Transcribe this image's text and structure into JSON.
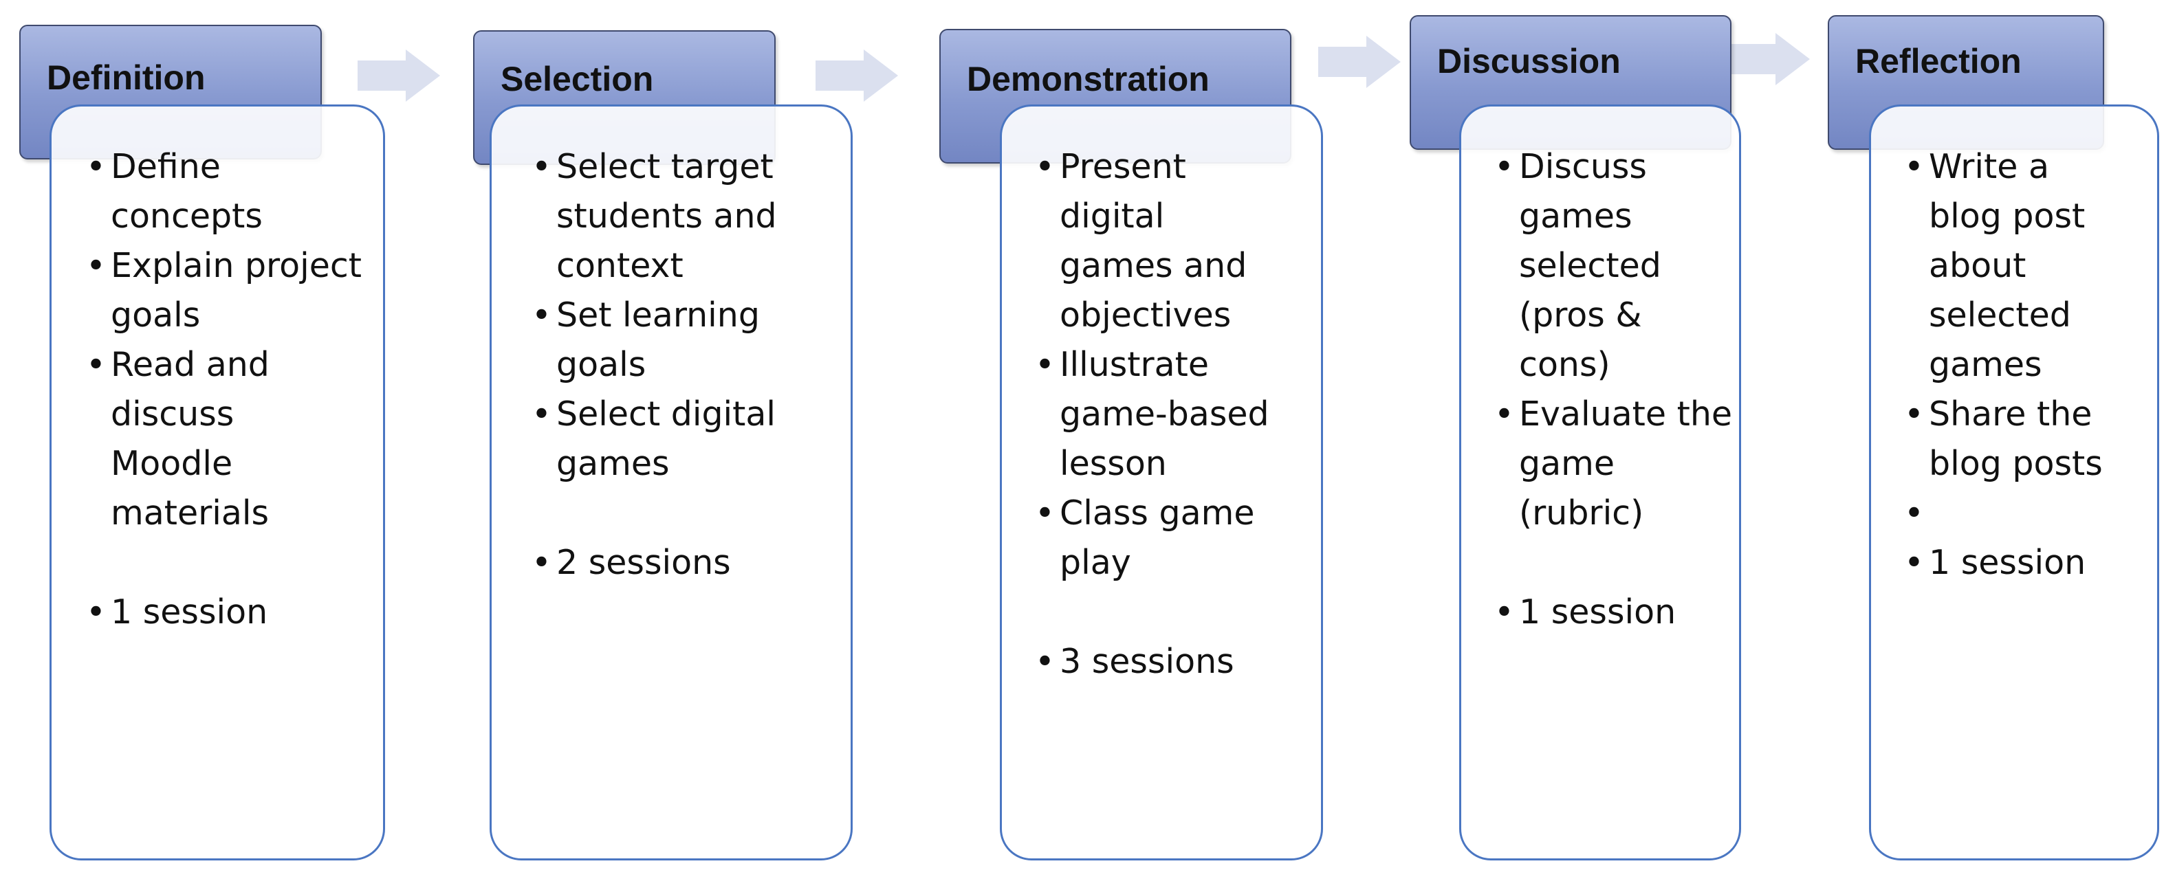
{
  "diagram": {
    "stages": [
      {
        "title": "Definition",
        "items": [
          "Define concepts",
          "Explain project goals",
          "Read and discuss Moodle materials",
          "1 session"
        ]
      },
      {
        "title": "Selection",
        "items": [
          "Select target students and context",
          "Set learning goals",
          "Select digital games",
          "2 sessions"
        ]
      },
      {
        "title": "Demonstration",
        "items": [
          "Present digital games and objectives",
          "Illustrate game-based lesson",
          "Class game play",
          "3 sessions"
        ]
      },
      {
        "title": "Discussion",
        "items": [
          "Discuss games selected (pros & cons)",
          "Evaluate the game (rubric)",
          "1 session"
        ]
      },
      {
        "title": "Reflection",
        "items": [
          "Write a blog post about selected games",
          "Share the blog posts",
          "",
          "1 session"
        ]
      }
    ]
  },
  "colors": {
    "header_fill": "#8799d0",
    "header_border": "#3f4a6e",
    "card_border": "#4a76c2",
    "arrow_fill": "#dbe0ef"
  }
}
